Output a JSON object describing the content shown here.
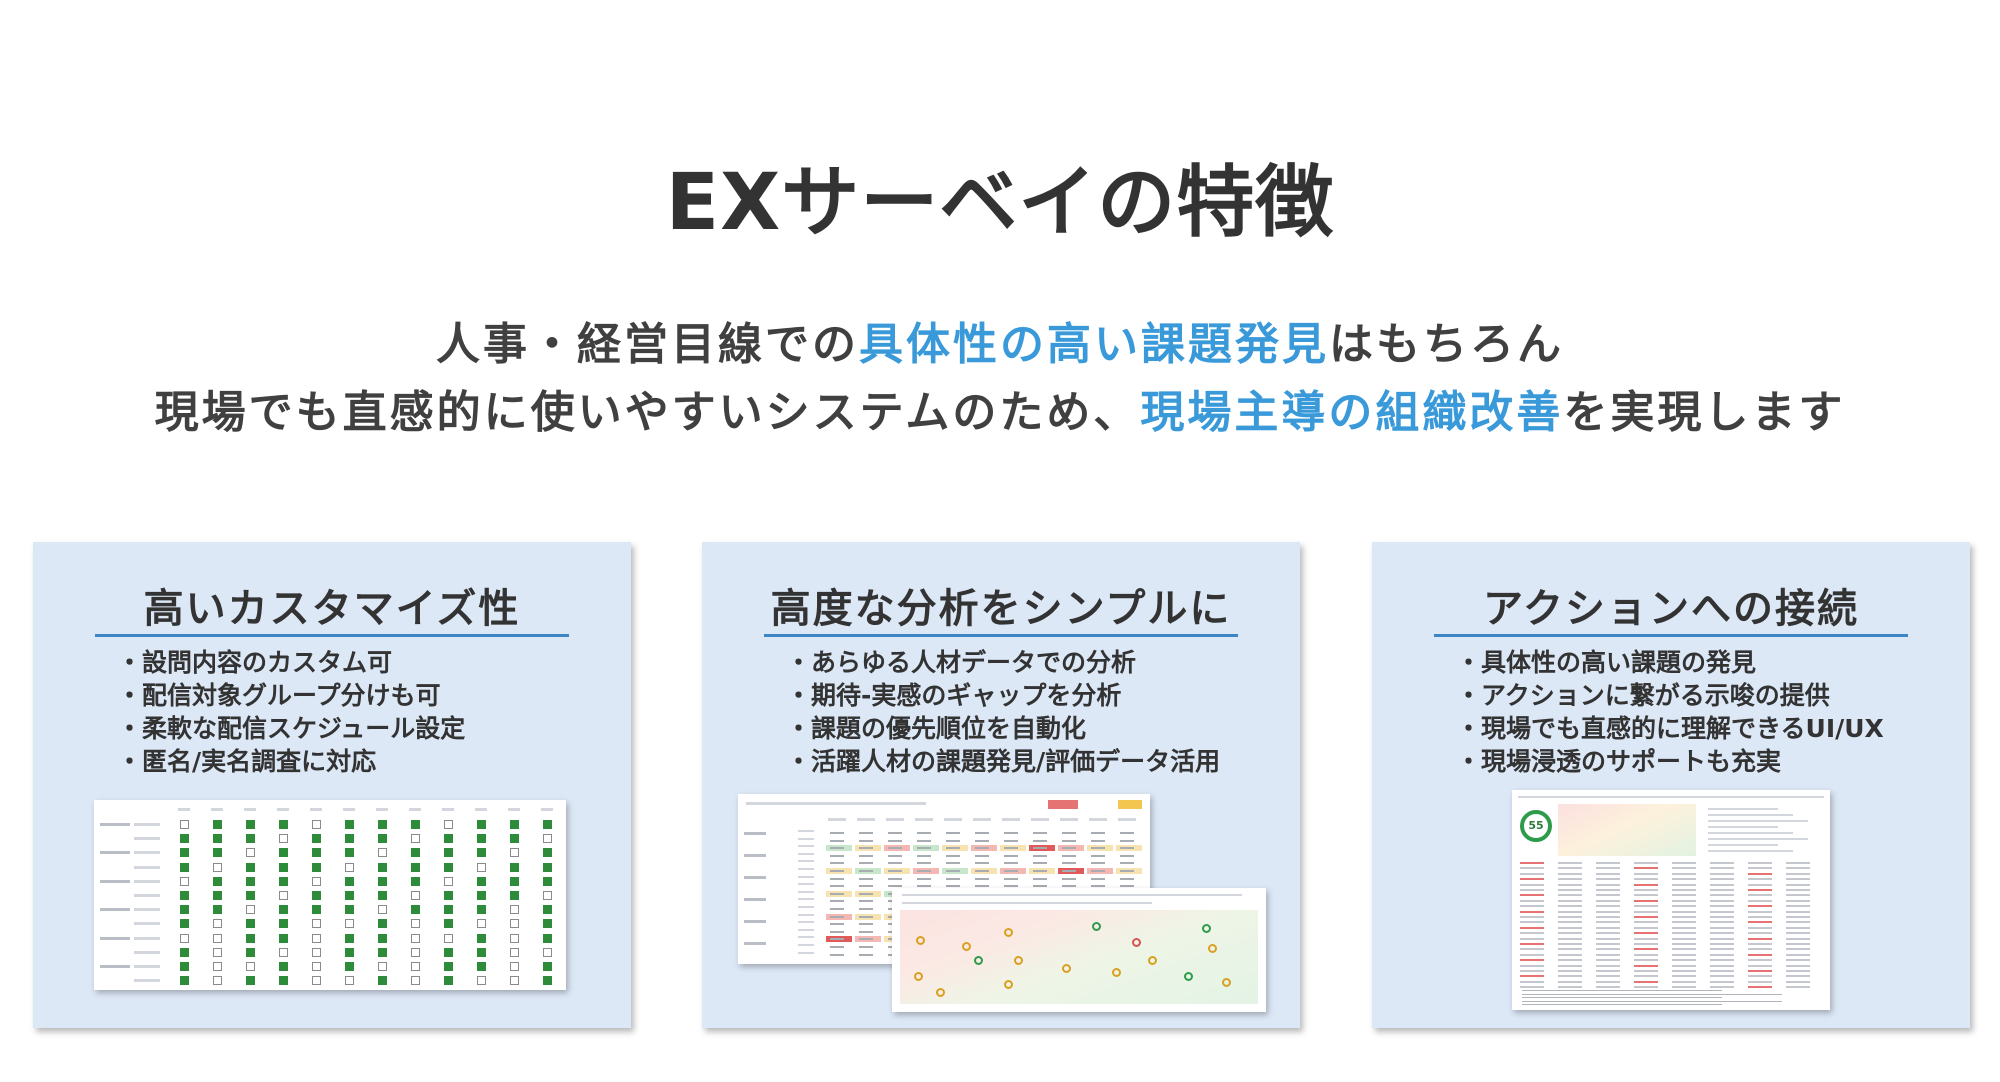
{
  "page": {
    "title": "EXサーベイの特徴"
  },
  "lead": {
    "line1_a": "人事・経営目線での",
    "line1_hl": "具体性の高い課題発見",
    "line1_b": "はもちろん",
    "line2_a": "現場でも直感的に使いやすいシステムのため、",
    "line2_hl": "現場主導の組織改善",
    "line2_b": "を実現します"
  },
  "colors": {
    "highlight": "#3a9ad9",
    "card_bg": "#dde8f7",
    "rule": "#3d86c6"
  },
  "cards": [
    {
      "title": "高いカスタマイズ性",
      "items": [
        "設問内容のカスタム可",
        "配信対象グループ分けも可",
        "柔軟な配信スケジュール設定",
        "匿名/実名調査に対応"
      ]
    },
    {
      "title": "高度な分析をシンプルに",
      "items": [
        "あらゆる人材データでの分析",
        "期待-実感のギャップを分析",
        "課題の優先順位を自動化",
        "活躍人材の課題発見/評価データ活用"
      ]
    },
    {
      "title": "アクションへの接続",
      "items": [
        "具体性の高い課題の発見",
        "アクションに繋がる示唆の提供",
        "現場でも直感的に理解できるUI/UX",
        "現場浸透のサポートも充実"
      ]
    }
  ],
  "thumbnails": {
    "checklist_rows": 12,
    "score_value": "55"
  }
}
